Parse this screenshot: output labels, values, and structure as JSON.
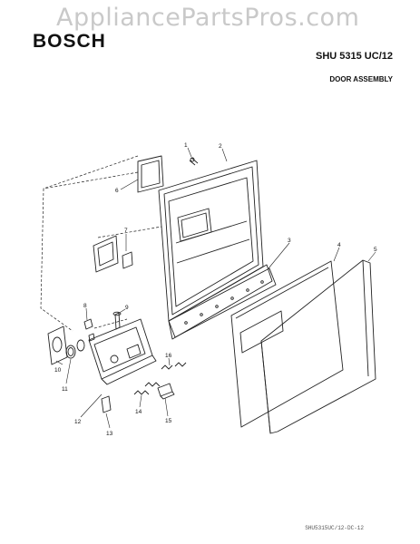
{
  "watermark": "AppliancePartsPros.com",
  "brand": "BOSCH",
  "model": "SHU 5315 UC/12",
  "section_title": "DOOR ASSEMBLY",
  "footer_code": "SHU5315UC/12-DC-12",
  "callouts": [
    "1",
    "2",
    "3",
    "4",
    "5",
    "6",
    "7",
    "8",
    "9",
    "10",
    "11",
    "12",
    "13",
    "14",
    "15",
    "16"
  ]
}
